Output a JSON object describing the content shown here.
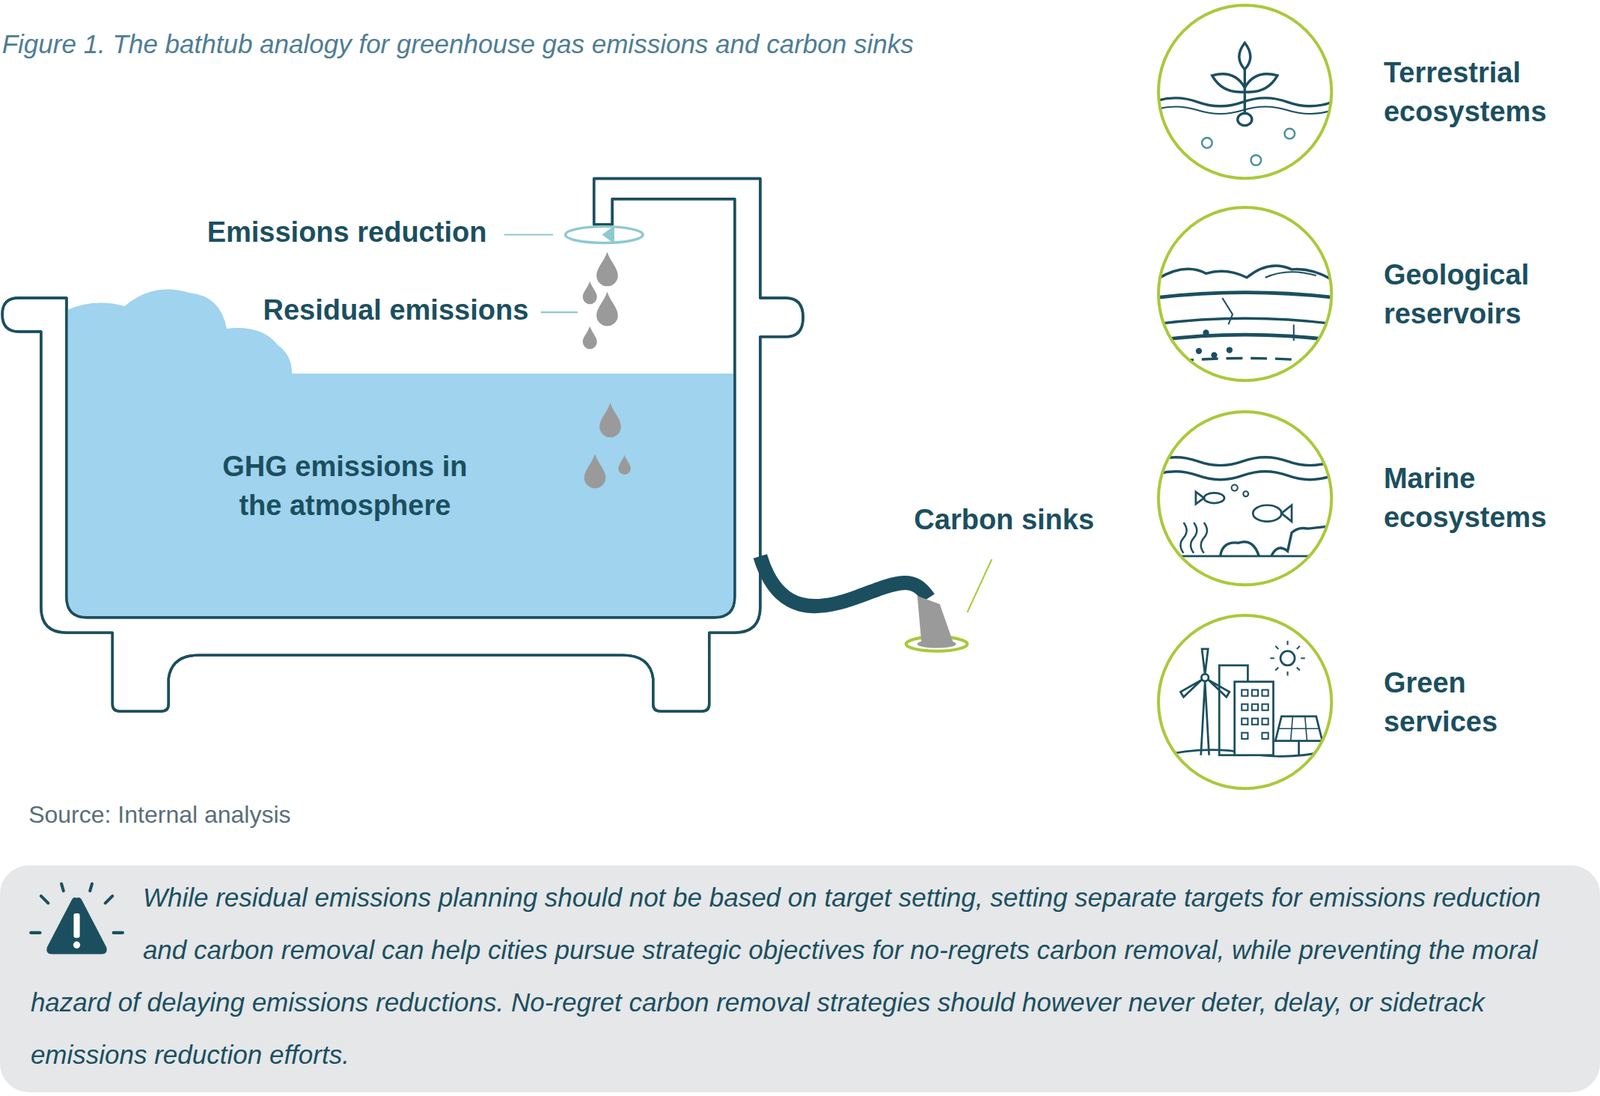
{
  "diagram": {
    "title": "Figure 1. The bathtub analogy for greenhouse gas emissions and carbon sinks",
    "nodes": [
      {
        "text": [
          "GHG emissions in the atmosphere"
        ]
      },
      {
        "text": [
          "Terrestrial ecosystems"
        ]
      },
      {
        "text": [
          "Geological reservoirs"
        ]
      },
      {
        "text": [
          "Marine ecosystems"
        ]
      },
      {
        "text": [
          "Green services"
        ]
      },
      {
        "text": [
          "While residual emissions planning should not be based on target setting, setting separate targets for emissions reduction and carbon removal can help cities pursue strategic objectives for no-regrets carbon removal, while preventing the moral hazard of delaying emissions reductions. No-regret carbon removal strategies should however never deter, delay, or sidetrack emissions reduction efforts."
        ]
      }
    ],
    "labels": [
      "Emissions reduction",
      "Residual emissions",
      "Carbon sinks",
      "Source: Internal analysis"
    ]
  }
}
